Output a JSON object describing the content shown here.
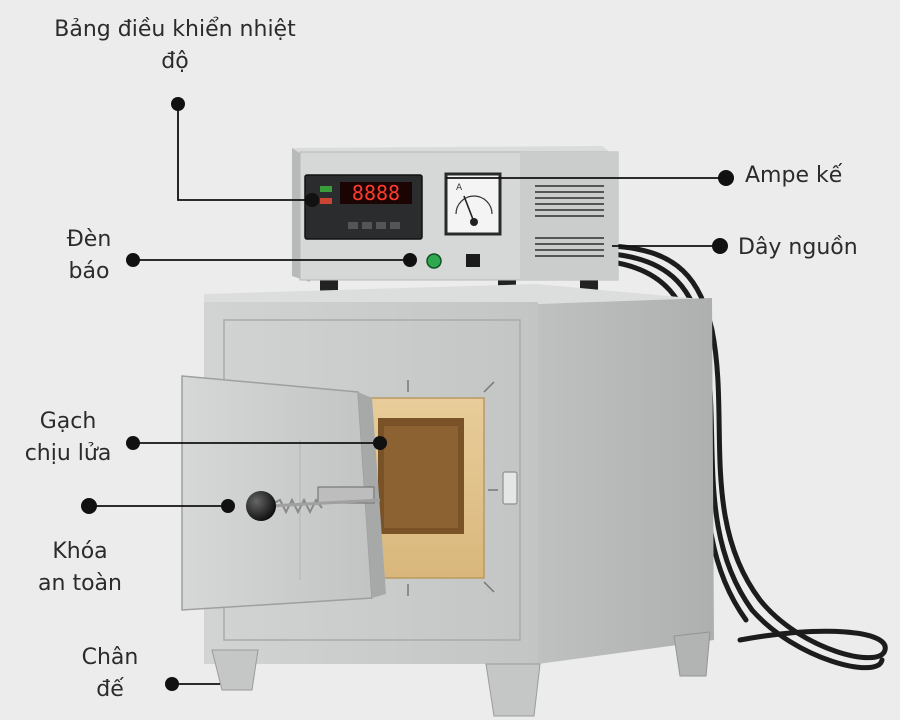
{
  "labels": {
    "control_panel": {
      "line1": "Bảng điều khiển nhiệt",
      "line2": "độ"
    },
    "ammeter": "Ampe kế",
    "indicator": {
      "line1": "Đèn",
      "line2": "báo"
    },
    "power_cord": "Dây nguồn",
    "firebrick": {
      "line1": "Gạch",
      "line2": "chịu lửa"
    },
    "safety_lock": {
      "line1": "Khóa",
      "line2": "an toàn"
    },
    "base_leg": {
      "line1": "Chân",
      "line2": "đế"
    }
  },
  "display": {
    "readout": "8888"
  },
  "colors": {
    "background": "#ececec",
    "body": "#cfd1d1",
    "brick": "#e3c48e",
    "indicator_light": "#2fa84f",
    "readout": "#ff3b2f",
    "marker": "#111111"
  },
  "icons": [
    "ammeter-dial-icon",
    "door-knob-icon",
    "power-switch-icon"
  ]
}
